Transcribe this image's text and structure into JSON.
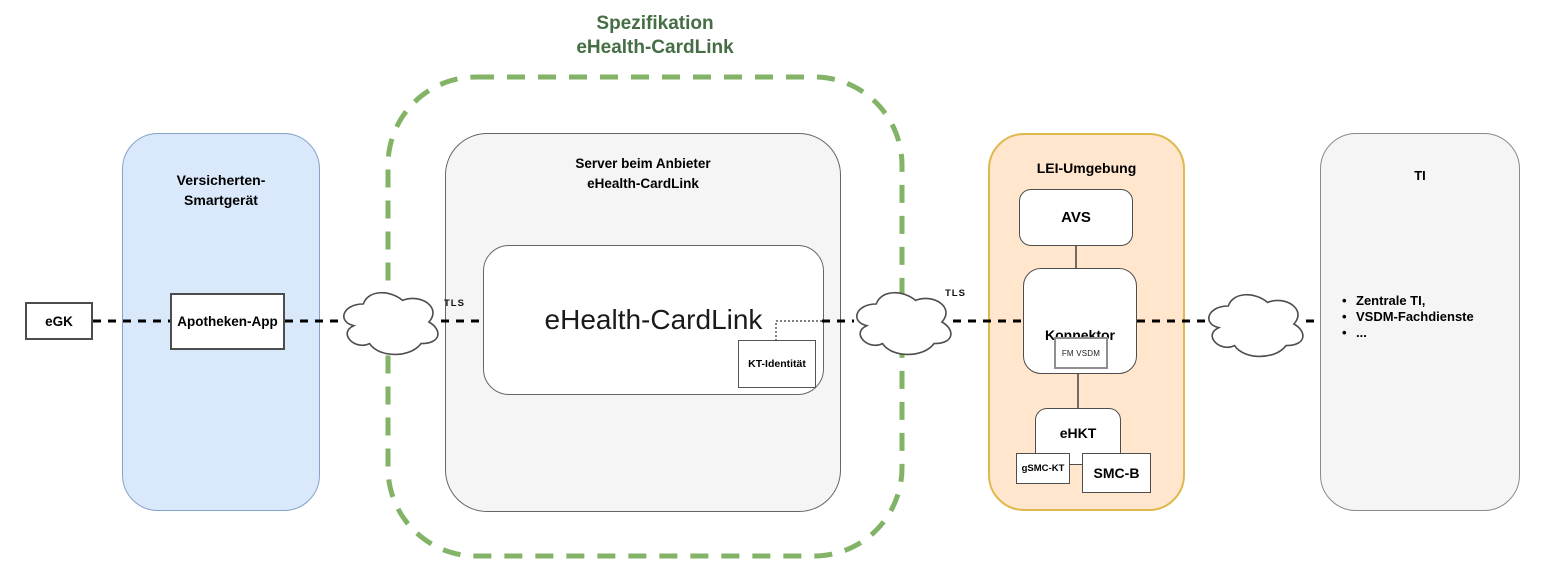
{
  "diagram_title": {
    "line1": "Spezifikation",
    "line2": "eHealth-CardLink"
  },
  "egk": {
    "label": "eGK"
  },
  "smart_device": {
    "title_line1": "Versicherten-",
    "title_line2": "Smartgerät",
    "app_label": "Apotheken-App"
  },
  "tls": {
    "left_label": "TLS",
    "right_label": "TLS"
  },
  "server": {
    "title_line1": "Server beim Anbieter",
    "title_line2": "eHealth-CardLink",
    "core_label": "eHealth-CardLink",
    "kt_identity_label": "KT-Identität"
  },
  "lei": {
    "title": "LEI-Umgebung",
    "avs_label": "AVS",
    "konnektor_label": "Konnektor",
    "fm_vsdm_label": "FM VSDM",
    "ehkt_label": "eHKT",
    "gsmc_kt_label": "gSMC-KT",
    "smc_b_label": "SMC-B"
  },
  "ti": {
    "title": "TI",
    "bullets": [
      "Zentrale TI,",
      "VSDM-Fachdienste",
      "..."
    ]
  },
  "colors": {
    "green_border": "#82b366",
    "green_title": "#456e45",
    "blue_fill": "#dae8fc",
    "blue_border": "#85a3c9",
    "orange_fill": "#ffe6cc",
    "orange_border": "#dfb84f",
    "gray_fill": "#f5f5f5",
    "gray_border": "#666666",
    "line_color": "#000000"
  }
}
